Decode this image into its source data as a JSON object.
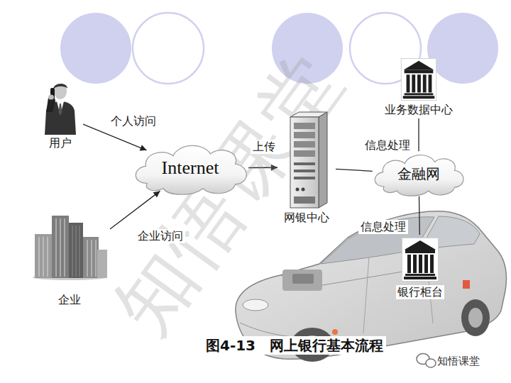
{
  "diagram": {
    "caption": "图4-13　网上银行基本流程",
    "nodes": [
      {
        "text": [
          "用户"
        ]
      },
      {
        "text": [
          "Internet"
        ]
      },
      {
        "text": [
          "网银中心"
        ]
      },
      {
        "text": [
          "业务数据中心"
        ]
      },
      {
        "text": [
          "金融网"
        ]
      },
      {
        "text": [
          "企业"
        ]
      },
      {
        "text": [
          "银行柜台"
        ]
      }
    ],
    "edges": [
      {
        "from": 0,
        "to": 1,
        "arrow": "to",
        "label": "个人访问"
      },
      {
        "from": 5,
        "to": 1,
        "arrow": "to",
        "label": "企业访问"
      },
      {
        "from": 1,
        "to": 2,
        "arrow": "to",
        "label": "上传"
      },
      {
        "from": 2,
        "to": 4,
        "arrow": "none",
        "label": "信息处理"
      },
      {
        "from": 3,
        "to": 4,
        "arrow": "none"
      },
      {
        "from": 6,
        "to": 4,
        "arrow": "none",
        "label": "信息处理"
      }
    ],
    "labels": [
      "知悟课堂",
      "知悟课堂"
    ]
  }
}
